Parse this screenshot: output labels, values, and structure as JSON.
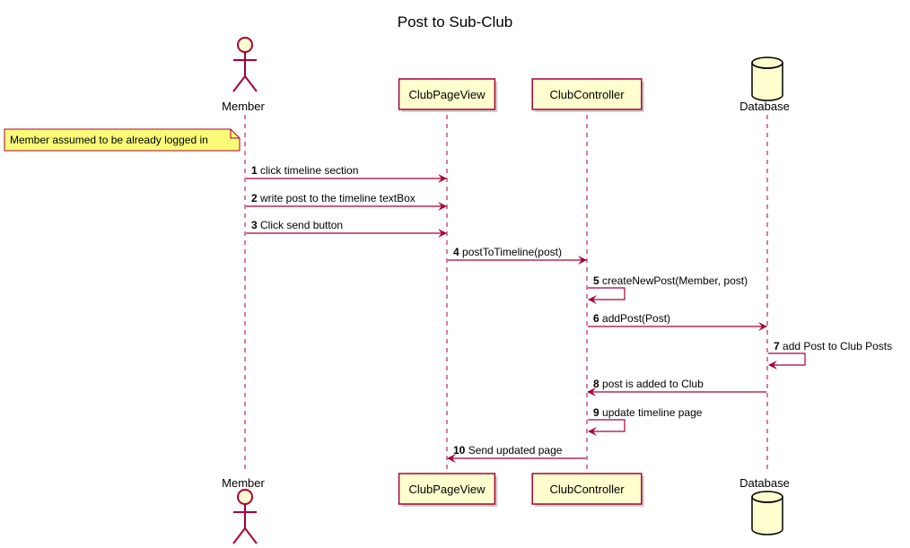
{
  "title": "Post to Sub-Club",
  "colors": {
    "arrow": "#A80036",
    "box_fill": "#FEFECE",
    "box_stroke": "#A80036",
    "note_fill": "#FBFB77",
    "note_stroke": "#A80036",
    "lifeline": "#A80036"
  },
  "participants": [
    {
      "id": "member",
      "label": "Member",
      "kind": "actor",
      "icon": "actor-icon"
    },
    {
      "id": "clubpageview",
      "label": "ClubPageView",
      "kind": "participant"
    },
    {
      "id": "clubcontroller",
      "label": "ClubController",
      "kind": "participant"
    },
    {
      "id": "database",
      "label": "Database",
      "kind": "database",
      "icon": "database-icon"
    }
  ],
  "note": {
    "text": "Member assumed to be already logged in",
    "attached_to": "member",
    "side": "left"
  },
  "messages": [
    {
      "num": "1",
      "text": "click timeline section",
      "from": "member",
      "to": "clubpageview"
    },
    {
      "num": "2",
      "text": "write post to the timeline textBox",
      "from": "member",
      "to": "clubpageview"
    },
    {
      "num": "3",
      "text": "Click send button",
      "from": "member",
      "to": "clubpageview"
    },
    {
      "num": "4",
      "text": "postToTimeline(post)",
      "from": "clubpageview",
      "to": "clubcontroller"
    },
    {
      "num": "5",
      "text": "createNewPost(Member, post)",
      "from": "clubcontroller",
      "to": "clubcontroller"
    },
    {
      "num": "6",
      "text": "addPost(Post)",
      "from": "clubcontroller",
      "to": "database"
    },
    {
      "num": "7",
      "text": "add Post to Club Posts",
      "from": "database",
      "to": "database"
    },
    {
      "num": "8",
      "text": "post is added to Club",
      "from": "database",
      "to": "clubcontroller"
    },
    {
      "num": "9",
      "text": "update timeline page",
      "from": "clubcontroller",
      "to": "clubcontroller"
    },
    {
      "num": "10",
      "text": "Send updated page",
      "from": "clubcontroller",
      "to": "clubpageview"
    }
  ]
}
